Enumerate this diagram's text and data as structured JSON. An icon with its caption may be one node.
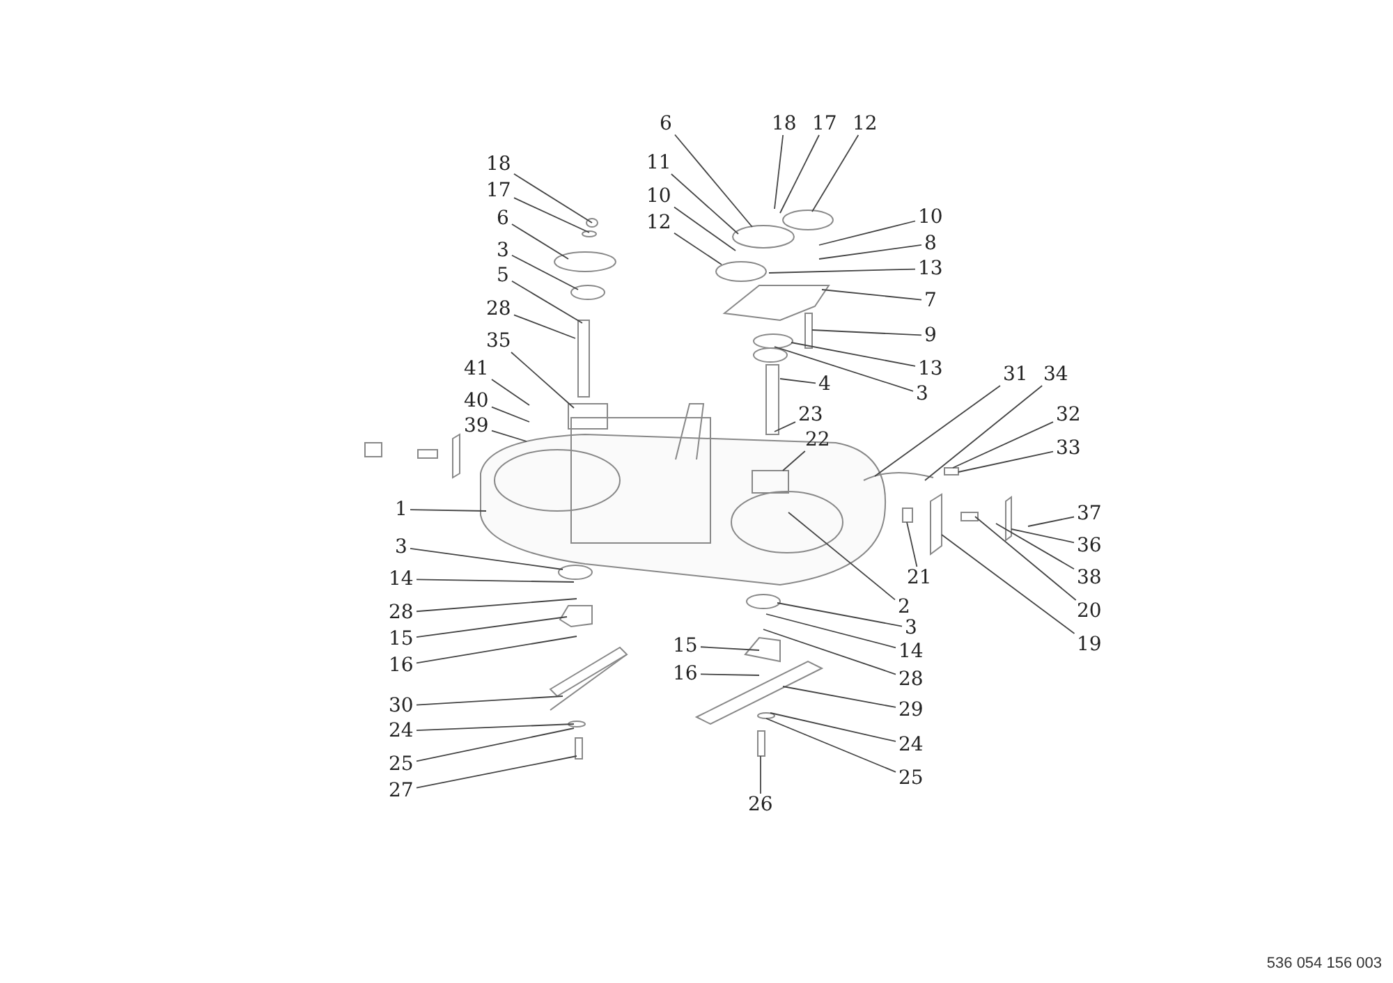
{
  "diagram": {
    "nodes": [
      {
        "text": [
          "18"
        ]
      },
      {
        "text": [
          "17"
        ]
      },
      {
        "text": [
          "6"
        ]
      },
      {
        "text": [
          "3"
        ]
      },
      {
        "text": [
          "5"
        ]
      },
      {
        "text": [
          "28"
        ]
      },
      {
        "text": [
          "35"
        ]
      },
      {
        "text": [
          "41"
        ]
      },
      {
        "text": [
          "40"
        ]
      },
      {
        "text": [
          "39"
        ]
      },
      {
        "text": [
          "1"
        ]
      },
      {
        "text": [
          "3"
        ]
      },
      {
        "text": [
          "14"
        ]
      },
      {
        "text": [
          "28"
        ]
      },
      {
        "text": [
          "15"
        ]
      },
      {
        "text": [
          "16"
        ]
      },
      {
        "text": [
          "30"
        ]
      },
      {
        "text": [
          "24"
        ]
      },
      {
        "text": [
          "25"
        ]
      },
      {
        "text": [
          "27"
        ]
      },
      {
        "text": [
          "6"
        ]
      },
      {
        "text": [
          "18"
        ]
      },
      {
        "text": [
          "17"
        ]
      },
      {
        "text": [
          "12"
        ]
      },
      {
        "text": [
          "11"
        ]
      },
      {
        "text": [
          "10"
        ]
      },
      {
        "text": [
          "12"
        ]
      },
      {
        "text": [
          "10"
        ]
      },
      {
        "text": [
          "8"
        ]
      },
      {
        "text": [
          "13"
        ]
      },
      {
        "text": [
          "7"
        ]
      },
      {
        "text": [
          "9"
        ]
      },
      {
        "text": [
          "13"
        ]
      },
      {
        "text": [
          "3"
        ]
      },
      {
        "text": [
          "4"
        ]
      },
      {
        "text": [
          "23"
        ]
      },
      {
        "text": [
          "22"
        ]
      },
      {
        "text": [
          "31"
        ]
      },
      {
        "text": [
          "34"
        ]
      },
      {
        "text": [
          "32"
        ]
      },
      {
        "text": [
          "33"
        ]
      },
      {
        "text": [
          "37"
        ]
      },
      {
        "text": [
          "36"
        ]
      },
      {
        "text": [
          "38"
        ]
      },
      {
        "text": [
          "20"
        ]
      },
      {
        "text": [
          "19"
        ]
      },
      {
        "text": [
          "21"
        ]
      },
      {
        "text": [
          "2"
        ]
      },
      {
        "text": [
          "3"
        ]
      },
      {
        "text": [
          "14"
        ]
      },
      {
        "text": [
          "28"
        ]
      },
      {
        "text": [
          "15"
        ]
      },
      {
        "text": [
          "16"
        ]
      },
      {
        "text": [
          "29"
        ]
      },
      {
        "text": [
          "24"
        ]
      },
      {
        "text": [
          "25"
        ]
      },
      {
        "text": [
          "26"
        ]
      }
    ],
    "edges": [
      {
        "from": 0,
        "to": null,
        "arrow": "none"
      },
      {
        "from": 1,
        "to": null,
        "arrow": "none"
      },
      {
        "from": 2,
        "to": null,
        "arrow": "none"
      },
      {
        "from": 3,
        "to": null,
        "arrow": "none"
      },
      {
        "from": 4,
        "to": null,
        "arrow": "none"
      },
      {
        "from": 5,
        "to": null,
        "arrow": "none"
      },
      {
        "from": 6,
        "to": null,
        "arrow": "none"
      },
      {
        "from": 7,
        "to": null,
        "arrow": "none"
      },
      {
        "from": 8,
        "to": null,
        "arrow": "none"
      },
      {
        "from": 9,
        "to": null,
        "arrow": "none"
      },
      {
        "from": 10,
        "to": null,
        "arrow": "none"
      },
      {
        "from": 11,
        "to": null,
        "arrow": "none"
      },
      {
        "from": 12,
        "to": null,
        "arrow": "none"
      },
      {
        "from": 13,
        "to": null,
        "arrow": "none"
      },
      {
        "from": 14,
        "to": null,
        "arrow": "none"
      },
      {
        "from": 15,
        "to": null,
        "arrow": "none"
      },
      {
        "from": 16,
        "to": null,
        "arrow": "none"
      },
      {
        "from": 17,
        "to": null,
        "arrow": "none"
      },
      {
        "from": 18,
        "to": null,
        "arrow": "none"
      },
      {
        "from": 19,
        "to": null,
        "arrow": "none"
      },
      {
        "from": 20,
        "to": null,
        "arrow": "none"
      },
      {
        "from": 21,
        "to": null,
        "arrow": "none"
      },
      {
        "from": 22,
        "to": null,
        "arrow": "none"
      },
      {
        "from": 23,
        "to": null,
        "arrow": "none"
      },
      {
        "from": 24,
        "to": null,
        "arrow": "none"
      },
      {
        "from": 25,
        "to": null,
        "arrow": "none"
      },
      {
        "from": 26,
        "to": null,
        "arrow": "none"
      },
      {
        "from": 27,
        "to": null,
        "arrow": "none"
      },
      {
        "from": 28,
        "to": null,
        "arrow": "none"
      },
      {
        "from": 29,
        "to": null,
        "arrow": "none"
      },
      {
        "from": 30,
        "to": null,
        "arrow": "none"
      },
      {
        "from": 31,
        "to": null,
        "arrow": "none"
      },
      {
        "from": 32,
        "to": null,
        "arrow": "none"
      },
      {
        "from": 33,
        "to": null,
        "arrow": "none"
      },
      {
        "from": 34,
        "to": null,
        "arrow": "none"
      },
      {
        "from": 35,
        "to": null,
        "arrow": "none"
      },
      {
        "from": 36,
        "to": null,
        "arrow": "none"
      },
      {
        "from": 37,
        "to": null,
        "arrow": "none"
      },
      {
        "from": 38,
        "to": null,
        "arrow": "none"
      },
      {
        "from": 39,
        "to": null,
        "arrow": "none"
      },
      {
        "from": 40,
        "to": null,
        "arrow": "none"
      },
      {
        "from": 41,
        "to": null,
        "arrow": "none"
      },
      {
        "from": 42,
        "to": null,
        "arrow": "none"
      },
      {
        "from": 43,
        "to": null,
        "arrow": "none"
      },
      {
        "from": 44,
        "to": null,
        "arrow": "none"
      },
      {
        "from": 45,
        "to": null,
        "arrow": "none"
      },
      {
        "from": 46,
        "to": null,
        "arrow": "none"
      },
      {
        "from": 47,
        "to": null,
        "arrow": "none"
      },
      {
        "from": 48,
        "to": null,
        "arrow": "none"
      },
      {
        "from": 49,
        "to": null,
        "arrow": "none"
      },
      {
        "from": 50,
        "to": null,
        "arrow": "none"
      },
      {
        "from": 51,
        "to": null,
        "arrow": "none"
      },
      {
        "from": 52,
        "to": null,
        "arrow": "none"
      },
      {
        "from": 53,
        "to": null,
        "arrow": "none"
      },
      {
        "from": 54,
        "to": null,
        "arrow": "none"
      },
      {
        "from": 55,
        "to": null,
        "arrow": "none"
      },
      {
        "from": 56,
        "to": null,
        "arrow": "none"
      }
    ],
    "labels": [
      "536 054 156 003"
    ]
  }
}
